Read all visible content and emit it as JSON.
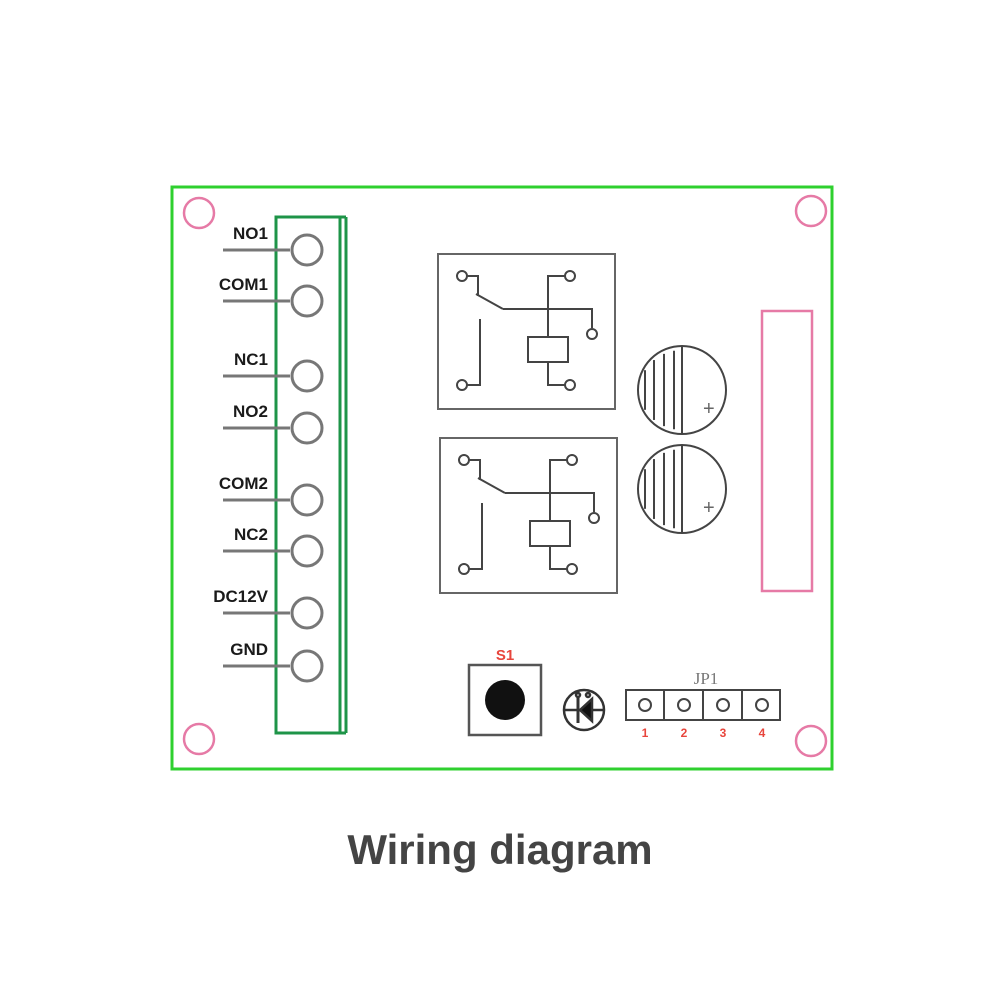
{
  "caption": "Wiring diagram",
  "colors": {
    "board_outline": "#2fd02f",
    "terminal_block": "#1e9448",
    "mount_hole": "#e67aa6",
    "component_line": "#555555",
    "silkscreen_red": "#e8453c",
    "caption_text": "#444444"
  },
  "terminals": [
    {
      "label": "NO1"
    },
    {
      "label": "COM1"
    },
    {
      "label": "NC1"
    },
    {
      "label": "NO2"
    },
    {
      "label": "COM2"
    },
    {
      "label": "NC2"
    },
    {
      "label": "DC12V"
    },
    {
      "label": "GND"
    }
  ],
  "relays": [
    {
      "name": "relay-1"
    },
    {
      "name": "relay-2"
    }
  ],
  "capacitors": [
    {
      "polarity": "+"
    },
    {
      "polarity": "+"
    }
  ],
  "switch": {
    "label": "S1"
  },
  "jumper": {
    "label": "JP1",
    "pins": [
      "1",
      "2",
      "3",
      "4"
    ]
  }
}
